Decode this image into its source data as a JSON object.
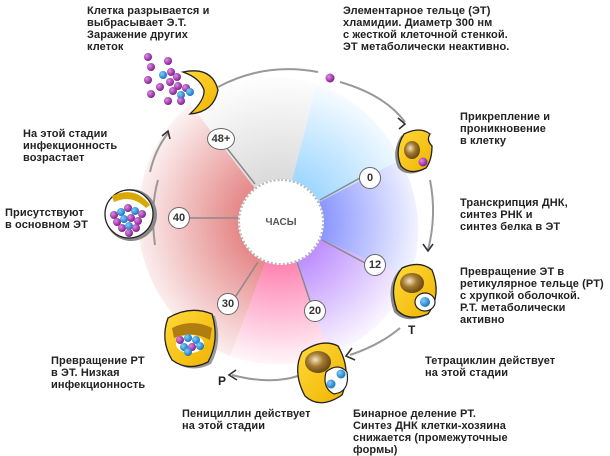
{
  "center_label": "ЧАСЫ",
  "time_markers": [
    {
      "id": "0",
      "label": "0"
    },
    {
      "id": "12",
      "label": "12"
    },
    {
      "id": "20",
      "label": "20"
    },
    {
      "id": "30",
      "label": "30"
    },
    {
      "id": "40",
      "label": "40"
    },
    {
      "id": "48plus",
      "label": "48+"
    }
  ],
  "stage_letters": {
    "tetracycline": "T",
    "penicillin": "P"
  },
  "captions": {
    "elementary_body": "Элементарное тельце (ЭТ)\nхламидии. Диаметр 300 нм\nс жесткой клеточной стенкой.\nЭТ метаболически неактивно.",
    "attachment": "Прикрепление и\nпроникновение\nв клетку",
    "transcription": "Транскрипция ДНК,\nсинтез РНК и\nсинтез белка в ЭТ",
    "conversion_et_rt": "Превращение ЭТ в\nретикулярное тельце (РТ)\nс хрупкой оболочкой.\nР.Т. метаболически\nактивно",
    "tetracycline": "Тетрациклин действует\nна этой стадии",
    "binary_fission": "Бинарное деление РТ.\nСинтез ДНК клетки-хозяина\nснижается (промежуточные\nформы)",
    "penicillin": "Пенициллин действует\nна этой стадии",
    "conversion_rt_et": "Превращение РТ\nв ЭТ. Низкая\nинфекционность",
    "mostly_et": "Присутствуют\nв основном ЭТ",
    "infectivity_rises": "На этой стадии\nинфекционность\nвозрастает",
    "cell_bursts": "Клетка разрывается и\nвыбрасывает Э.Т.\nЗаражение других\nклеток"
  },
  "colors": {
    "cell_yellow": "#f5c400",
    "nucleus_brown": "#8a6420",
    "et_purple": "#9b2fa8",
    "rt_blue": "#2a8fd4",
    "sector_blue": "#8fd0ff",
    "sector_indigo": "#8b94ff",
    "sector_violet": "#b47cff",
    "sector_pink": "#ff7fb0",
    "sector_red": "#e98080",
    "sector_gray": "#d6d6d6"
  }
}
